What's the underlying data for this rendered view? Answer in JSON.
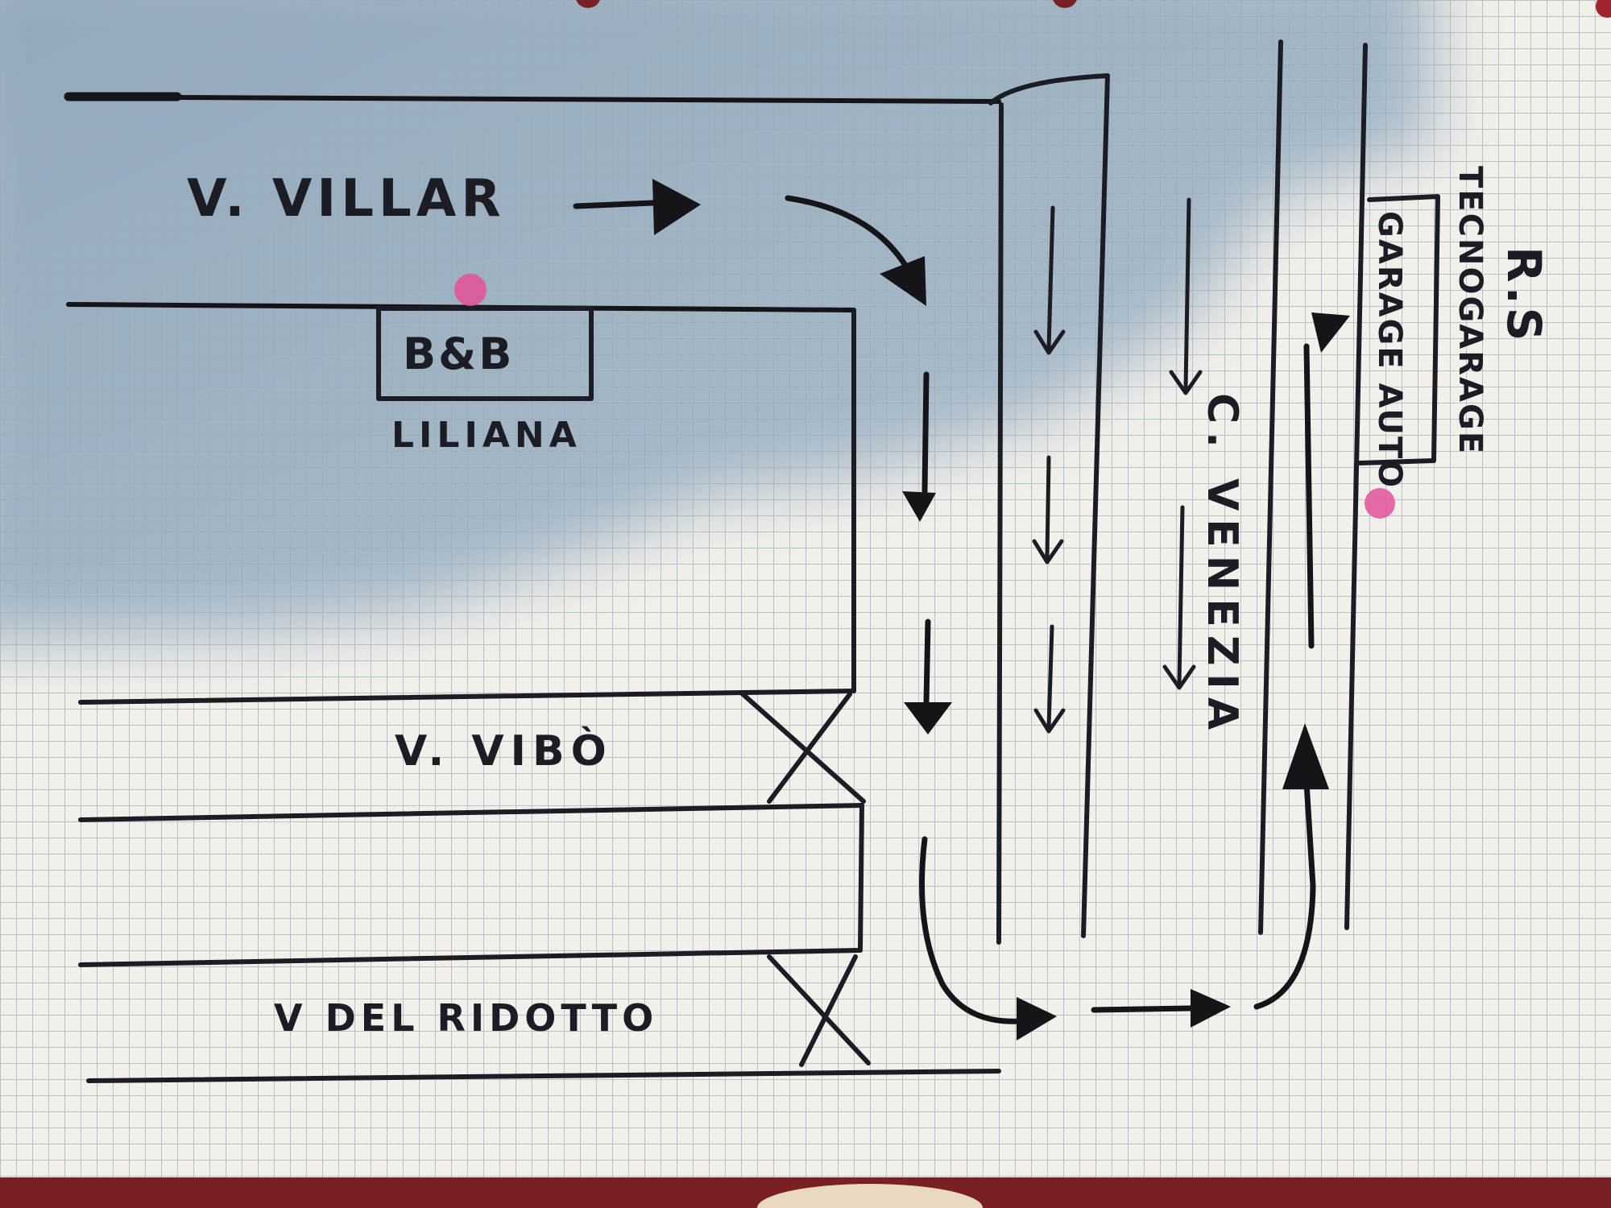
{
  "map": {
    "streets": {
      "villar": "V. VILLAR",
      "vibo": "V. VIBÒ",
      "ridotto": "V DEL RIDOTTO",
      "venezia": "C. VENEZIA"
    },
    "places": {
      "bnb": "B&B",
      "bnb_name": "LILIANA",
      "garage_line1": "R.S",
      "garage_line2": "TECNOGARAGE",
      "garage_sign": "GARAGE AUTO"
    },
    "colors": {
      "ink": "#1c1c24",
      "marker_pink": "#e0559a",
      "paper": "#f2f0ea",
      "shadow_blue": "#8fa7bb",
      "table_red": "#7a1f24"
    }
  }
}
